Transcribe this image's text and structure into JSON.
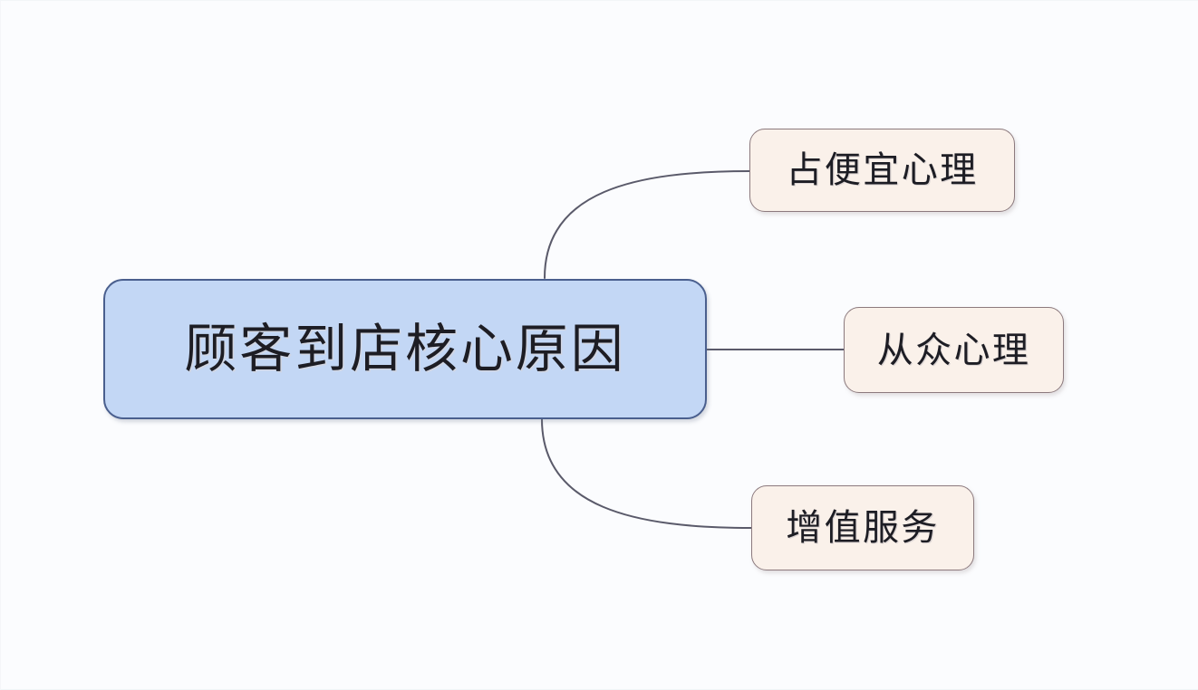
{
  "diagram": {
    "type": "mind-map",
    "title": "顾客到店核心原因",
    "background_color": "#fbfcfe",
    "central_node": {
      "label": "顾客到店核心原因",
      "fill_color": "#c3d7f5",
      "border_color": "#4a5f8e",
      "text_color": "#1d1d24"
    },
    "branches": [
      {
        "label": "占便宜心理",
        "fill_color": "#faf1ea",
        "border_color": "#8c7a7e",
        "connector": "curve-up"
      },
      {
        "label": "从众心理",
        "fill_color": "#faf1ea",
        "border_color": "#8c7a7e",
        "connector": "straight"
      },
      {
        "label": "增值服务",
        "fill_color": "#faf1ea",
        "border_color": "#8c7a7e",
        "connector": "curve-down"
      }
    ],
    "connector_color": "#5a5a6a"
  }
}
